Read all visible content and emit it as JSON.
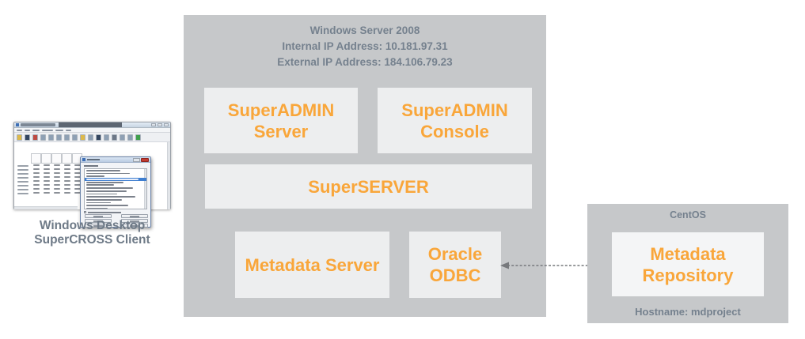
{
  "colors": {
    "accent_orange": "#F9A63A",
    "container_gray": "#C6C8CA",
    "node_gray": "#EDEEEF",
    "label_slate": "#75818E",
    "arrow_gray": "#77797C",
    "selection_blue": "#3E7ED0"
  },
  "client": {
    "caption_line1": "Windows Desktop",
    "caption_line2": "SuperCROSS Client"
  },
  "windows_server": {
    "title": "Windows Server 2008",
    "internal_ip": "Internal IP Address: 10.181.97.31",
    "external_ip": "External IP Address: 184.106.79.23",
    "superadmin_server": "SuperADMIN Server",
    "superadmin_console": "SuperADMIN Console",
    "superserver": "SuperSERVER",
    "metadata_server": "Metadata Server",
    "oracle_odbc": "Oracle ODBC"
  },
  "centos": {
    "title": "CentOS",
    "metadata_repository": "Metadata Repository",
    "hostname": "Hostname: mdproject"
  },
  "thumbnail": {
    "toolbar_icons": [
      "yellow",
      "navy",
      "red",
      "slate",
      "slate",
      "slate",
      "slate",
      "slate",
      "yellow",
      "slate",
      "navy",
      "slate",
      "text",
      "slate",
      "slate",
      "green"
    ],
    "icon_palette": {
      "yellow": "#DDB94A",
      "navy": "#32455F",
      "red": "#BF4A42",
      "slate": "#8EA0B4",
      "text": "#6D7887",
      "green": "#3FA04B"
    }
  }
}
